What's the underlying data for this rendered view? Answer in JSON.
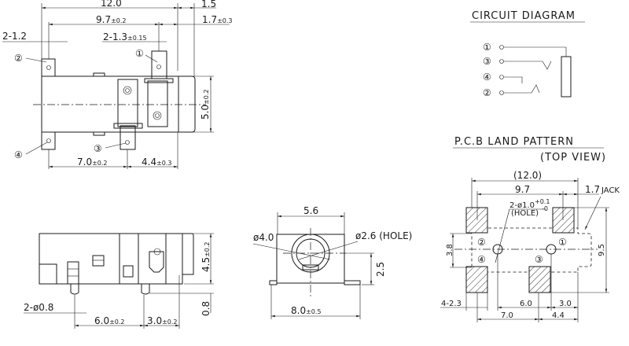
{
  "top_view": {
    "dim_overall": "12.0",
    "dim_ext": "1.5",
    "dim_pitch": "9.7",
    "dim_pitch_tol": "±0.2",
    "dim_front": "1.7",
    "dim_front_tol": "±0.3",
    "dim_pin_w": "2-1.2",
    "dim_pin_w2": "2-1.3",
    "dim_pin_w2_tol": "±0.15",
    "dim_height": "5.0",
    "dim_height_tol": "±0.2",
    "dim_bottom1": "7.0",
    "dim_bottom1_tol": "±0.2",
    "dim_bottom2": "4.4",
    "dim_bottom2_tol": "±0.3",
    "pins": [
      "①",
      "②",
      "③",
      "④"
    ]
  },
  "circuit": {
    "title": "CIRCUIT DIAGRAM",
    "pins": [
      "①",
      "③",
      "④",
      "②"
    ]
  },
  "side_view": {
    "dim_pin_dia": "2-ø0.8",
    "dim_a": "6.0",
    "dim_a_tol": "±0.2",
    "dim_b": "3.0",
    "dim_b_tol": "±0.2",
    "dim_h": "4.5",
    "dim_h_tol": "±0.2",
    "dim_pin_len": "0.8"
  },
  "front_view": {
    "dim_width": "5.6",
    "dim_outer": "ø4.0",
    "dim_hole": "ø2.6 (HOLE)",
    "dim_center": "2.5",
    "dim_base": "8.0",
    "dim_base_tol": "±0.5"
  },
  "pcb": {
    "title": "P.C.B LAND PATTERN",
    "subtitle": "(TOP VIEW)",
    "dim_overall": "(12.0)",
    "dim_pitch": "9.7",
    "dim_front": "1.7",
    "jack": "JACK",
    "hole": "2-ø1.0",
    "hole_tol_plus": "+0.1",
    "hole_tol_minus": "-0",
    "hole_label": "(HOLE)",
    "dim_v1": "3.8",
    "dim_v2": "9.5",
    "dim_pad": "4-2.3",
    "dim_a": "6.0",
    "dim_b": "3.0",
    "dim_c": "7.0",
    "dim_d": "4.4",
    "pins": [
      "①",
      "②",
      "③",
      "④"
    ]
  }
}
